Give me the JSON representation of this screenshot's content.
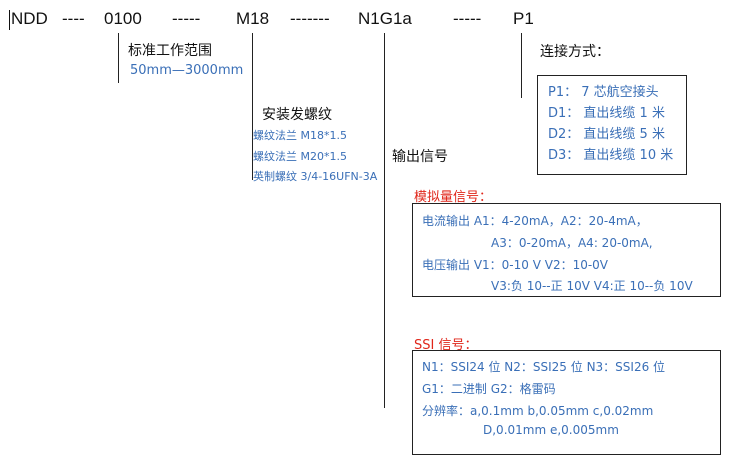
{
  "code": {
    "parts": [
      "NDD",
      "----",
      "0100",
      "-----",
      "M18",
      "-------",
      "N1G1a",
      "-----",
      "P1"
    ]
  },
  "range": {
    "title": "标准工作范围",
    "value": "50mm—3000mm"
  },
  "mount": {
    "title": "安装发螺纹",
    "items": [
      "螺纹法兰 M18*1.5",
      "螺纹法兰 M20*1.5",
      "英制螺纹 3/4-16UFN-3A"
    ]
  },
  "output": {
    "title": "输出信号"
  },
  "connection": {
    "title": "连接方式：",
    "items": [
      "P1：  7 芯航空接头",
      "D1：  直出线缆 1 米",
      "D2：  直出线缆 5 米",
      "D3：  直出线缆 10 米"
    ]
  },
  "analog": {
    "title": "模拟量信号：",
    "lines": [
      "电流输出   A1：4-20mA，A2：20-4mA，",
      "A3：0-20mA，A4: 20-0mA,",
      "电压输出   V1：0-10 V      V2：10-0V",
      "V3:负 10--正 10V    V4:正 10--负 10V"
    ]
  },
  "ssi": {
    "title": "SSI 信号：",
    "lines": [
      "N1：SSI24 位   N2：SSI25 位    N3：SSI26 位",
      "G1：二进制         G2：格雷码",
      "分辨率：a,0.1mm    b,0.05mm    c,0.02mm",
      "D,0.01mm    e,0.005mm"
    ]
  }
}
